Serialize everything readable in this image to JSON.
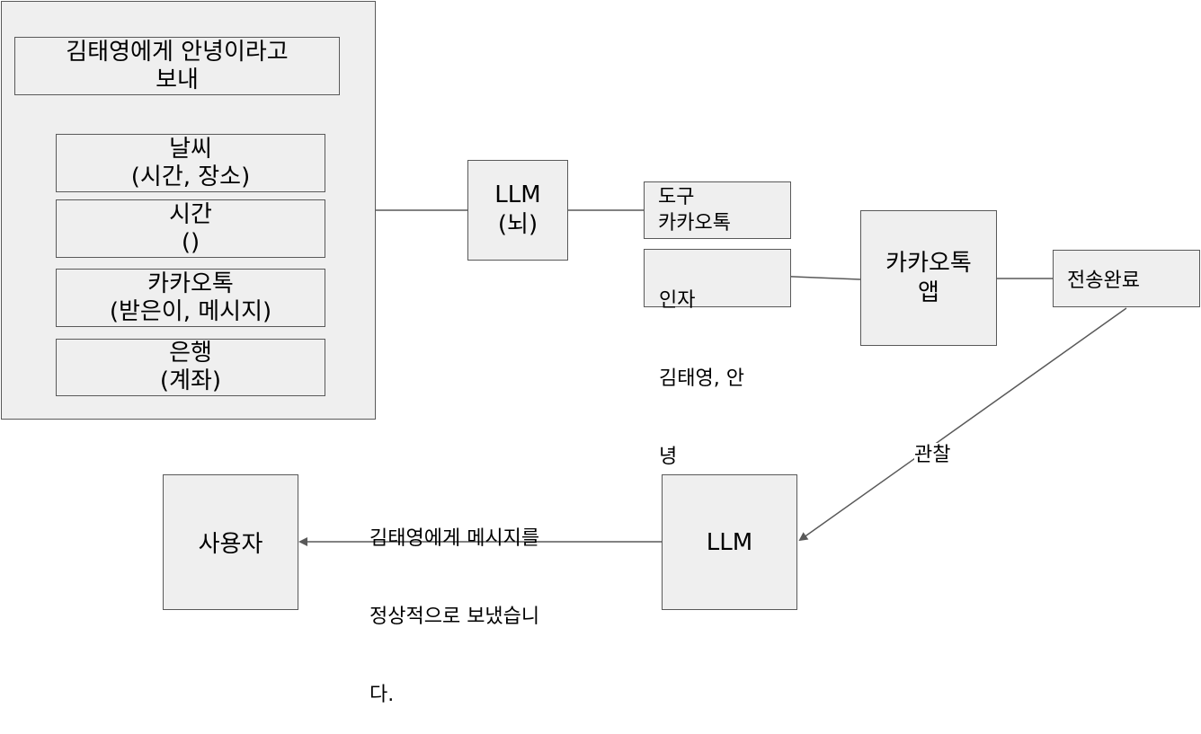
{
  "colors": {
    "box_fill": "#efefef",
    "box_border": "#595959",
    "line": "#595959",
    "background": "#ffffff"
  },
  "left_panel": {
    "command": [
      "김태영에게 안녕이라고",
      "보내"
    ],
    "tools": [
      {
        "name": "날씨",
        "args": "(시간, 장소)"
      },
      {
        "name": "시간",
        "args": "()"
      },
      {
        "name": "카카오톡",
        "args": "(받은이, 메시지)"
      },
      {
        "name": "은행",
        "args": "(계좌)"
      }
    ]
  },
  "llm_brain": [
    "LLM",
    "(뇌)"
  ],
  "tool_box": [
    "도구",
    "카카오톡"
  ],
  "args_box": [
    "인자",
    "김태영, 안",
    "녕"
  ],
  "kakao_app": [
    "카카오톡",
    "앱"
  ],
  "sent_done": "전송완료",
  "observe_label": "관찰",
  "llm_bottom": "LLM",
  "reply_text": [
    "김태영에게 메시지를",
    "정상적으로 보냈습니",
    "다."
  ],
  "user": "사용자"
}
